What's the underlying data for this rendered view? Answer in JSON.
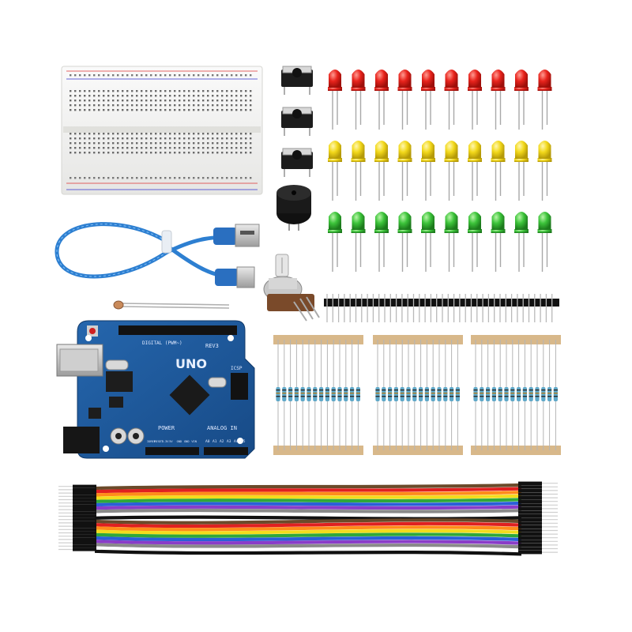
{
  "board": {
    "model_label": "UNO",
    "rev_label": "REV3",
    "power_label": "POWER",
    "analog_label": "ANALOG IN",
    "digital_label": "DIGITAL (PWM~)",
    "icsp_label": "ICSP",
    "pin_row_labels": [
      "A0",
      "A1",
      "A2",
      "A3",
      "A4",
      "A5"
    ],
    "power_pin_labels": [
      "IOREF",
      "RESET",
      "3.3V",
      "5V",
      "GND",
      "GND",
      "VIN"
    ]
  },
  "components": {
    "led_rows": [
      {
        "name": "red-leds",
        "count": 10
      },
      {
        "name": "yellow-leds",
        "count": 10
      },
      {
        "name": "green-leds",
        "count": 10
      }
    ],
    "push_buttons": 3,
    "resistor_strips": [
      {
        "name": "resistor-strip-1",
        "count": 14
      },
      {
        "name": "resistor-strip-2",
        "count": 14
      },
      {
        "name": "resistor-strip-3",
        "count": 14
      }
    ],
    "header_pins": 40,
    "jumper_wires": 20
  },
  "colors": {
    "background": "#ffffff",
    "pcb": "#1f5a9c",
    "pcb_dark": "#143f73",
    "breadboard": "#f2f2f0",
    "usb_cable": "#2d7fd1",
    "led_red": "#e8231c",
    "led_yellow": "#f2d81a",
    "led_green": "#3cc33a",
    "resistor_body": "#5fa8c8",
    "resistor_tape": "#d8b88a",
    "buzzer": "#1a1a1a",
    "wire_colors": [
      "#6b4a2a",
      "#e02020",
      "#ff8c1a",
      "#f3dc1c",
      "#2fa83a",
      "#2a5fd8",
      "#8a3cc8",
      "#8a8a8a",
      "#ffffff",
      "#111111"
    ]
  }
}
